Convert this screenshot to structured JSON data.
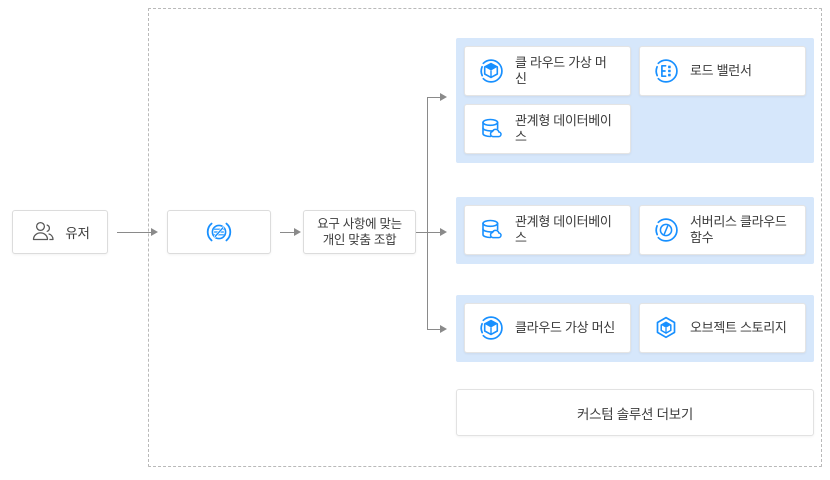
{
  "diagram": {
    "flow": {
      "user_node": {
        "label": "유저",
        "icon": "users-icon"
      },
      "hub_node": {
        "icon": "ai-hub-icon"
      },
      "compose_node": {
        "label": "요구 사항에 맞는\n개인 맞춤 조합"
      }
    },
    "groups": [
      {
        "name": "group-1",
        "rows": [
          [
            {
              "label": "클 라우드 가상 머신",
              "icon": "cloud-vm-icon"
            },
            {
              "label": "로드 밸런서",
              "icon": "load-balancer-icon"
            }
          ],
          [
            {
              "label": "관계형 데이터베이스",
              "icon": "relational-database-icon"
            }
          ]
        ]
      },
      {
        "name": "group-2",
        "rows": [
          [
            {
              "label": "관계형 데이터베이스",
              "icon": "relational-database-icon"
            },
            {
              "label": "서버리스 클라우드\n함수",
              "icon": "serverless-function-icon"
            }
          ]
        ]
      },
      {
        "name": "group-3",
        "rows": [
          [
            {
              "label": "클라우드 가상 머신",
              "icon": "cloud-vm-icon"
            },
            {
              "label": "오브젝트 스토리지",
              "icon": "object-storage-icon"
            }
          ]
        ]
      }
    ],
    "more_button": {
      "label": "커스텀 솔루션 더보기"
    },
    "colors": {
      "accent_blue": "#1890ff",
      "panel_blue": "#d6e7fb",
      "text": "#3a3a3a",
      "connector": "#8a8a8a",
      "dashed_border": "#b9b9b9"
    }
  }
}
